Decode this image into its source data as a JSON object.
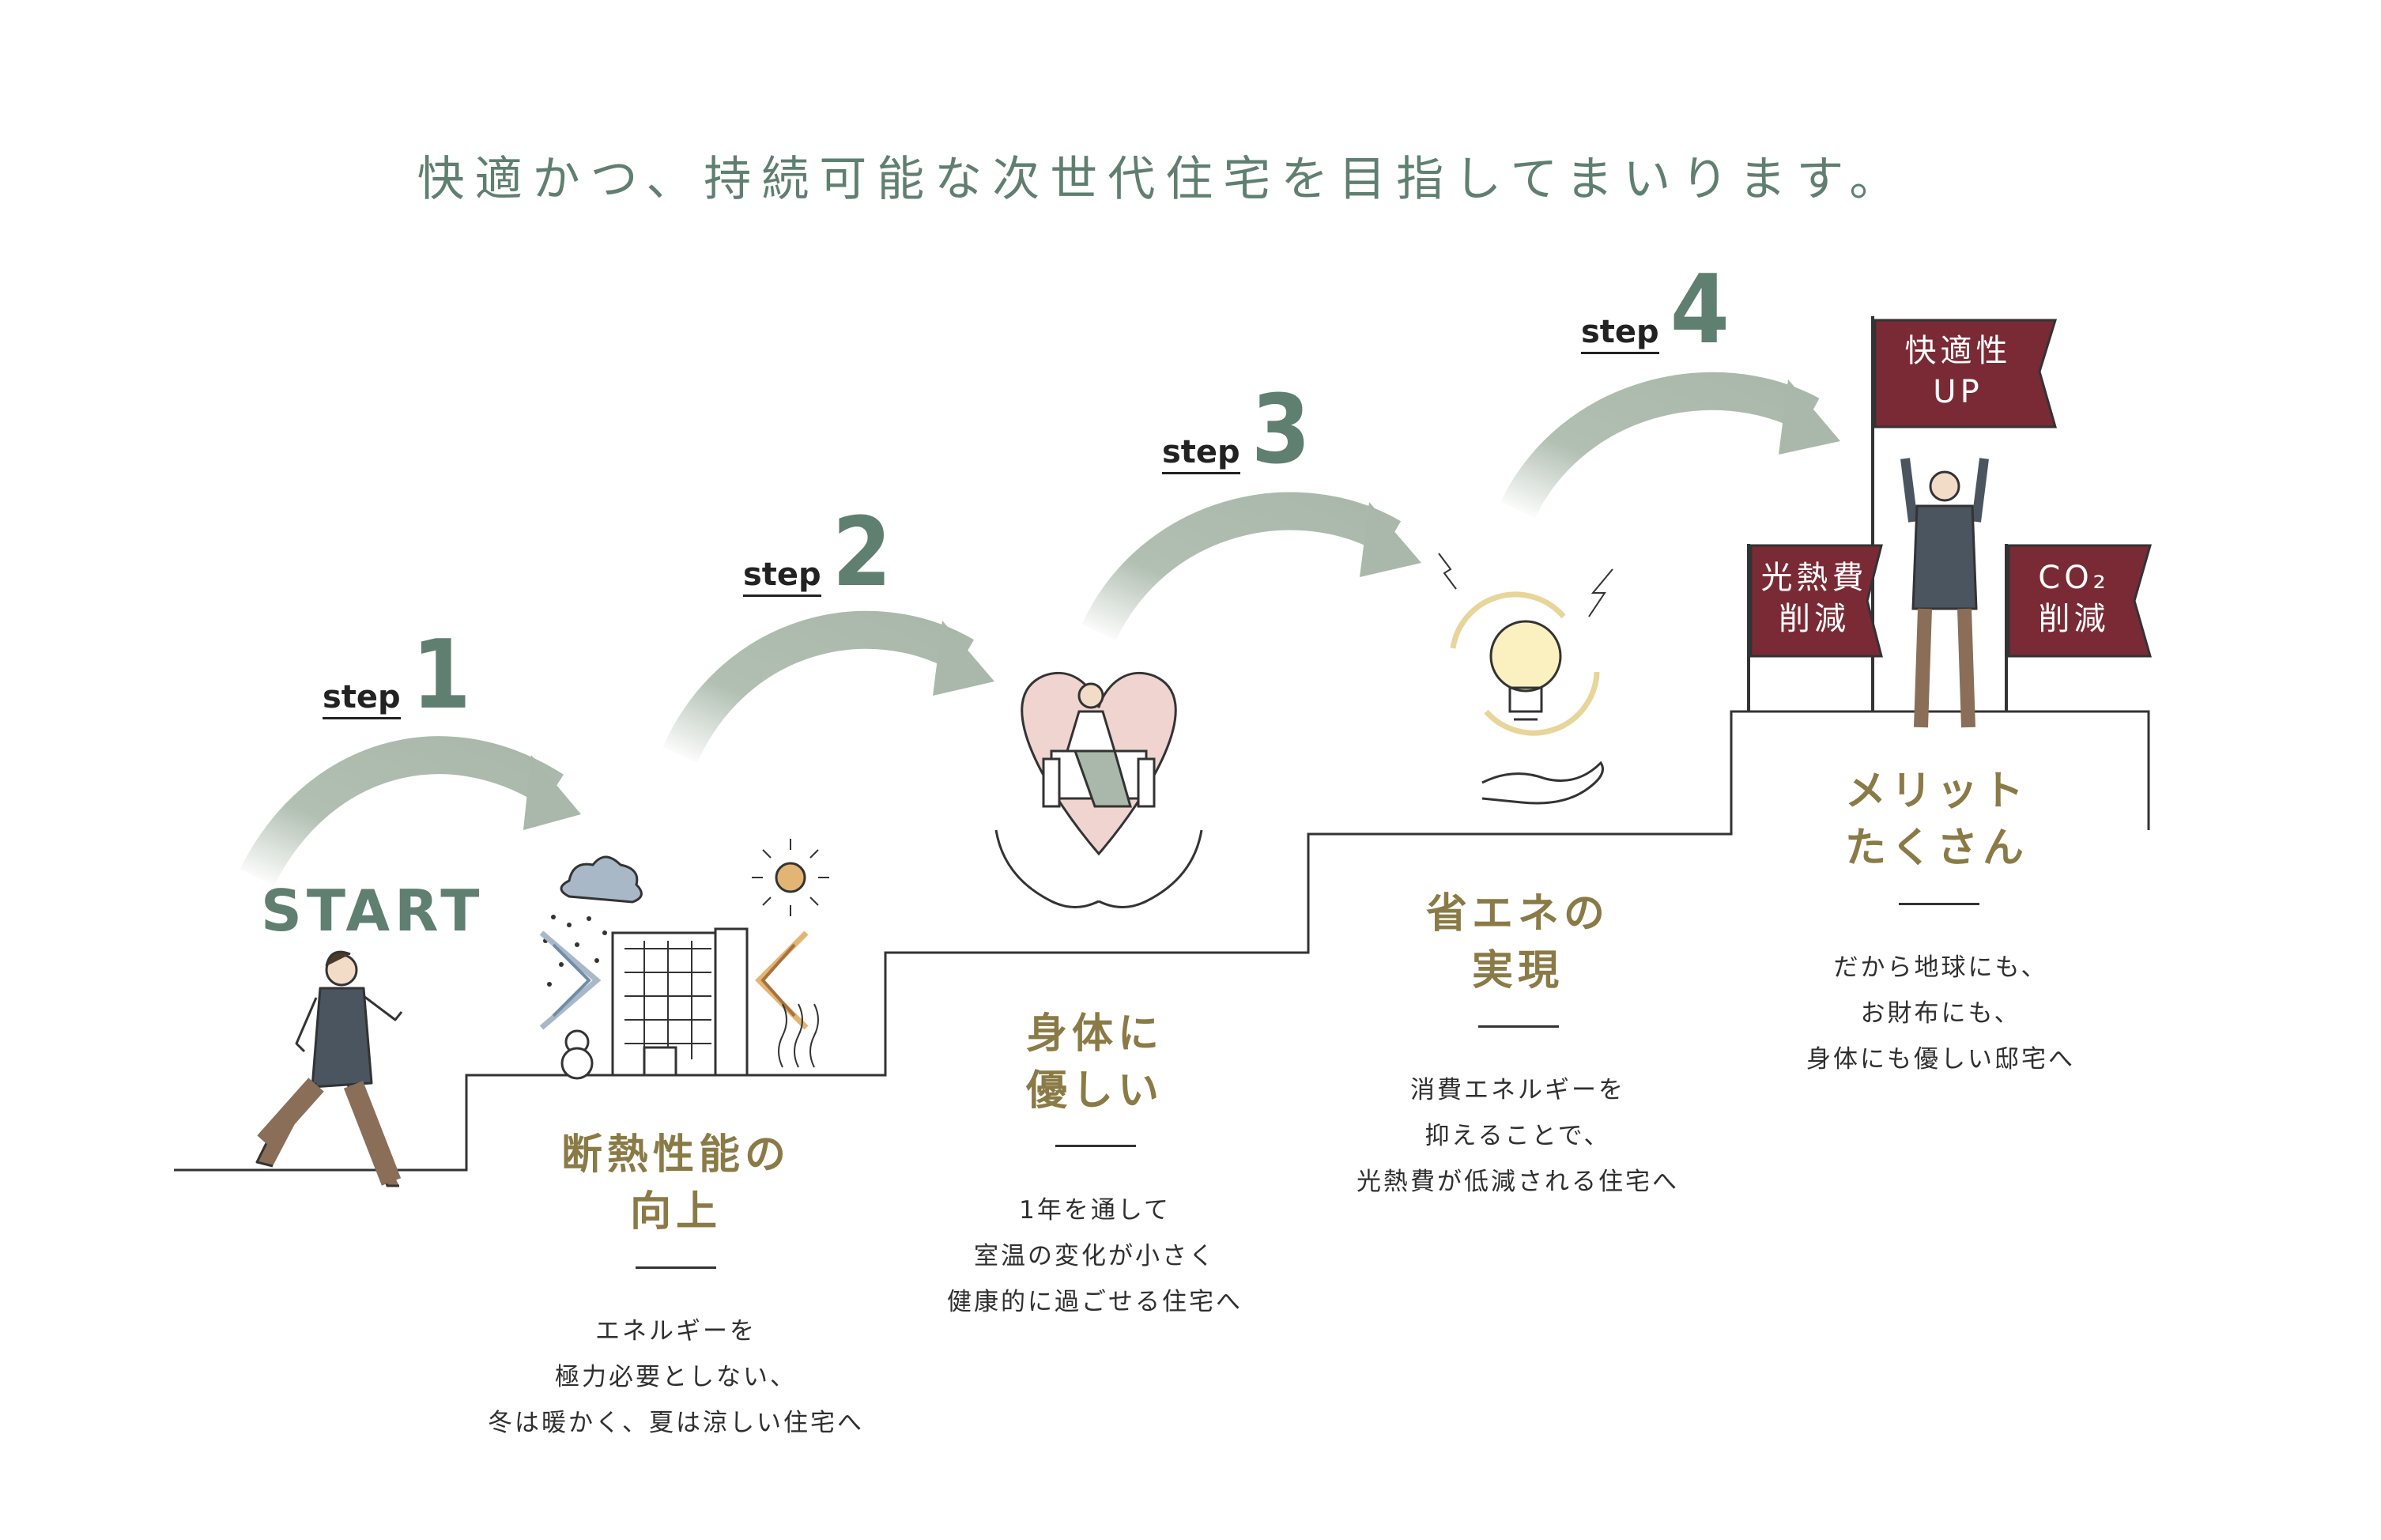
{
  "title": "快適かつ、持続可能な次世代住宅を目指してまいります。",
  "start_label": "START",
  "step_word": "step",
  "steps": [
    {
      "number": "1",
      "heading_lines": [
        "断熱性能の",
        "向上"
      ],
      "desc_lines": [
        "エネルギーを",
        "極力必要としない、",
        "冬は暖かく、夏は涼しい住宅へ"
      ]
    },
    {
      "number": "2",
      "heading_lines": [
        "身体に",
        "優しい"
      ],
      "desc_lines": [
        "1年を通して",
        "室温の変化が小さく",
        "健康的に過ごせる住宅へ"
      ]
    },
    {
      "number": "3",
      "heading_lines": [
        "省エネの",
        "実現"
      ],
      "desc_lines": [
        "消費エネルギーを",
        "抑えることで、",
        "光熱費が低減される住宅へ"
      ]
    },
    {
      "number": "4",
      "heading_lines": [
        "メリット",
        "たくさん"
      ],
      "desc_lines": [
        "だから地球にも、",
        "お財布にも、",
        "身体にも優しい邸宅へ"
      ]
    }
  ],
  "flags": [
    {
      "lines": [
        "快適性",
        "UP"
      ]
    },
    {
      "lines": [
        "光熱費",
        "削減"
      ]
    },
    {
      "lines": [
        "CO₂",
        "削減"
      ]
    }
  ],
  "colors": {
    "green": "#5f7f70",
    "arrow": "#a9b8aa",
    "gold": "#8a7a46",
    "flag": "#7a2a35",
    "line": "#333333"
  }
}
